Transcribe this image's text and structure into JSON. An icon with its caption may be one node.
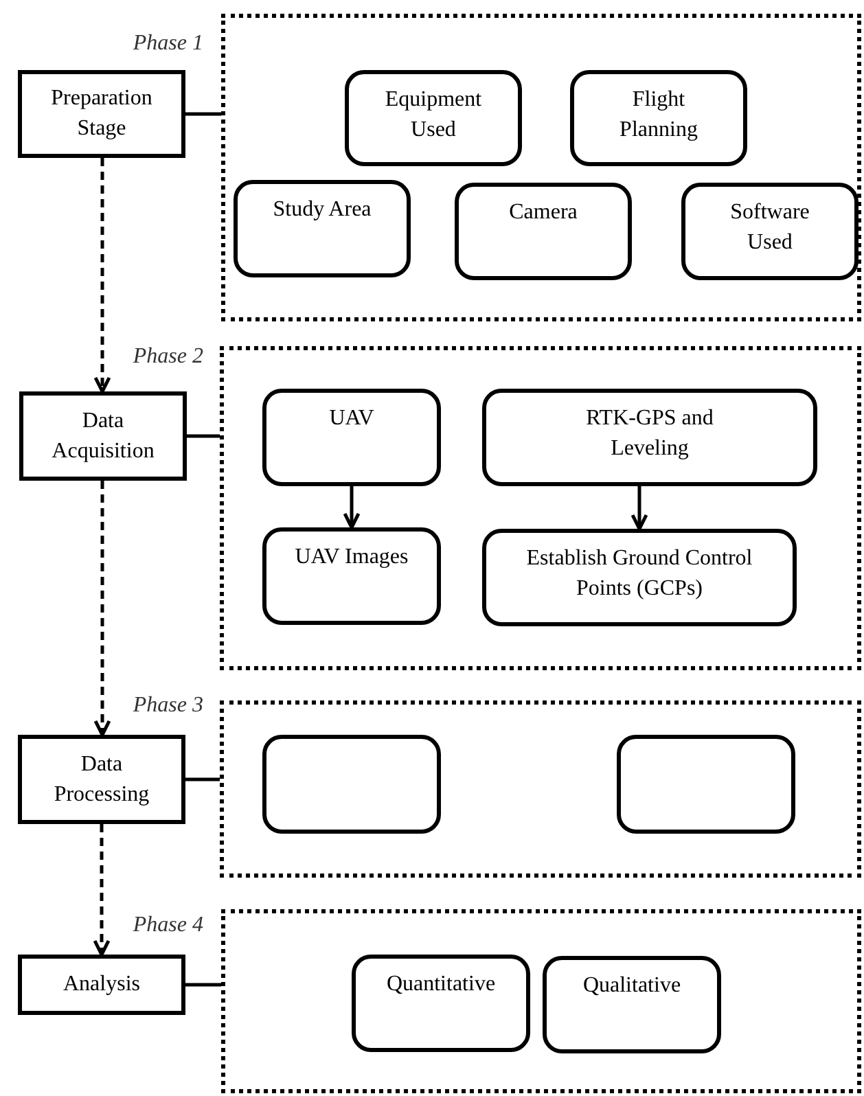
{
  "diagram": {
    "nodes": [
      {
        "text": [
          "Preparation Stage"
        ]
      },
      {
        "text": [],
        "shape": "box"
      },
      {
        "text": [
          "Equipment Used"
        ],
        "in": 1
      },
      {
        "text": [
          "Flight Planning"
        ],
        "in": 1
      },
      {
        "text": [
          "Study Area"
        ],
        "in": 1
      },
      {
        "text": [
          "Camera"
        ],
        "in": 1
      },
      {
        "text": [
          "Software Used"
        ],
        "in": 1
      },
      {
        "text": [
          "Data Acquisition"
        ]
      },
      {
        "text": [],
        "shape": "box"
      },
      {
        "text": [
          "UAV"
        ],
        "in": 8
      },
      {
        "text": [
          "RTK-GPS and Leveling"
        ],
        "in": 8
      },
      {
        "text": [
          "UAV Images"
        ],
        "in": 8
      },
      {
        "text": [
          "Establish Ground Control Points (GCPs)"
        ],
        "in": 8
      },
      {
        "text": [
          "Data Processing"
        ]
      },
      {
        "text": [],
        "shape": "box"
      },
      {
        "text": [],
        "shape": "box",
        "in": 14
      },
      {
        "text": [],
        "shape": "box",
        "in": 14
      },
      {
        "text": [
          "Analysis"
        ]
      },
      {
        "text": [],
        "shape": "box"
      },
      {
        "text": [
          "Quantitative"
        ],
        "in": 18
      },
      {
        "text": [
          "Qualitative"
        ],
        "in": 18
      }
    ],
    "edges": [
      {
        "from": 0,
        "to": 1,
        "arrow": "none"
      },
      {
        "from": 0,
        "to": 7,
        "arrow": "to",
        "style": "dashed"
      },
      {
        "from": 7,
        "to": 8,
        "arrow": "none"
      },
      {
        "from": 9,
        "to": 11,
        "arrow": "to"
      },
      {
        "from": 10,
        "to": 12,
        "arrow": "to"
      },
      {
        "from": 7,
        "to": 13,
        "arrow": "to",
        "style": "dashed"
      },
      {
        "from": 13,
        "to": 14,
        "arrow": "none"
      },
      {
        "from": 13,
        "to": 17,
        "arrow": "to",
        "style": "dashed"
      },
      {
        "from": 17,
        "to": 18,
        "arrow": "none"
      }
    ],
    "labels": [
      "Phase 1",
      "Phase 2",
      "Phase 3",
      "Phase 4"
    ]
  }
}
